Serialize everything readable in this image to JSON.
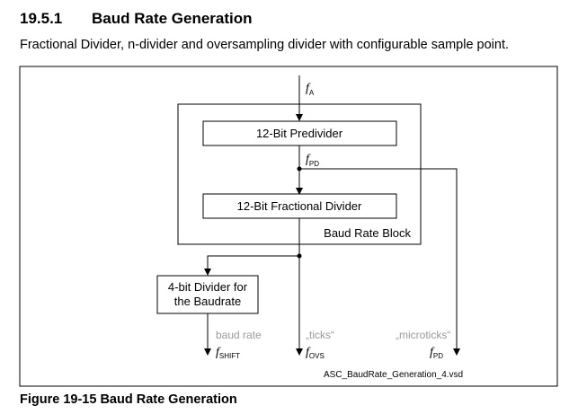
{
  "section": {
    "number": "19.5.1",
    "title": "Baud Rate Generation",
    "subtitle": "Fractional Divider, n-divider and oversampling divider with configurable sample point."
  },
  "diagram": {
    "input_clock": {
      "symbol": "f",
      "subscript": "A"
    },
    "predivider_label": "12-Bit Predivider",
    "pd_clock": {
      "symbol": "f",
      "subscript": "PD"
    },
    "fractional_divider_label": "12-Bit  Fractional Divider",
    "block_label": "Baud Rate Block",
    "divider_label_line1": "4-bit Divider for",
    "divider_label_line2": "the  Baudrate",
    "outputs": [
      {
        "caption": "baud rate",
        "symbol": "f",
        "subscript": "SHIFT"
      },
      {
        "caption": "„ticks“",
        "symbol": "f",
        "subscript": "OVS"
      },
      {
        "caption": "„microticks“",
        "symbol": "f",
        "subscript": "PD"
      }
    ],
    "file_name": "ASC_BaudRate_Generation_4.vsd"
  },
  "figure_caption": "Figure 19-15 Baud Rate Generation",
  "colors": {
    "line": "#000000",
    "muted_text": "#999999"
  }
}
